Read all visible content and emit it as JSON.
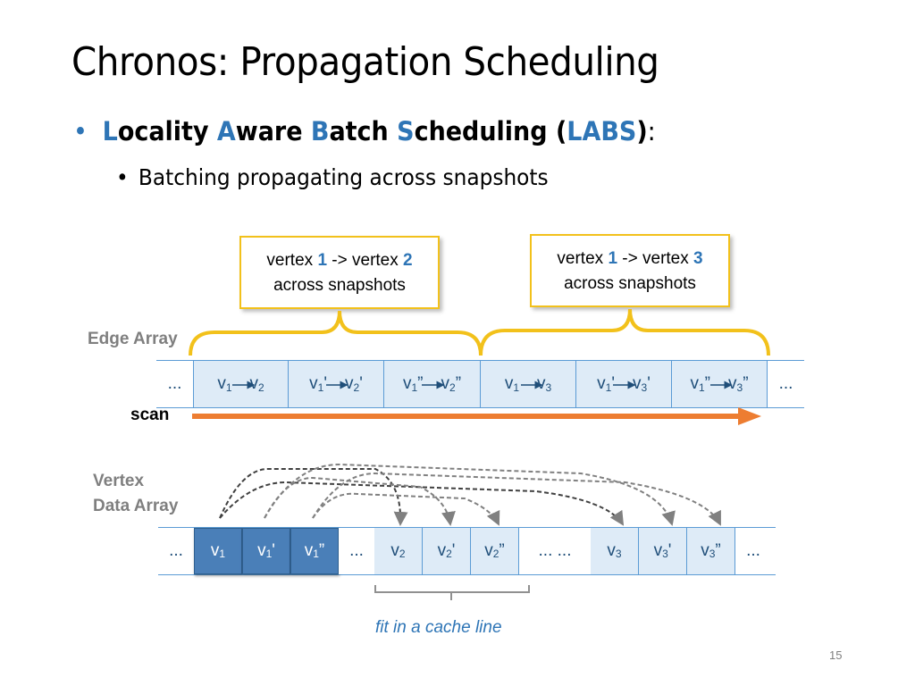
{
  "slide": {
    "title": "Chronos: Propagation Scheduling",
    "page_number": "15"
  },
  "bullet1": {
    "parts": [
      "L",
      "ocality ",
      "A",
      "ware ",
      "B",
      "atch ",
      "S",
      "cheduling (",
      "LABS",
      ")",
      ":"
    ]
  },
  "bullet2": "Batching propagating across snapshots",
  "callouts": [
    {
      "line1_pre": "vertex ",
      "v_from": "1",
      "mid": " -> vertex ",
      "v_to": "2",
      "line2": "across snapshots"
    },
    {
      "line1_pre": "vertex ",
      "v_from": "1",
      "mid": " -> vertex ",
      "v_to": "3",
      "line2": "across snapshots"
    }
  ],
  "labels": {
    "edge_array": "Edge Array",
    "scan": "scan",
    "vertex_line1": "Vertex",
    "vertex_line2": "Data Array",
    "fit": "fit in a cache line"
  },
  "edge_array": [
    {
      "text": "..."
    },
    {
      "a": "v",
      "as": "1",
      "ap": "",
      "b": "v",
      "bs": "2",
      "bp": ""
    },
    {
      "a": "v",
      "as": "1",
      "ap": "'",
      "b": "v",
      "bs": "2",
      "bp": "'"
    },
    {
      "a": "v",
      "as": "1",
      "ap": "”",
      "b": "v",
      "bs": "2",
      "bp": "”"
    },
    {
      "a": "v",
      "as": "1",
      "ap": "",
      "b": "v",
      "bs": "3",
      "bp": ""
    },
    {
      "a": "v",
      "as": "1",
      "ap": "'",
      "b": "v",
      "bs": "3",
      "bp": "'"
    },
    {
      "a": "v",
      "as": "1",
      "ap": "”",
      "b": "v",
      "bs": "3",
      "bp": "”"
    },
    {
      "text": "..."
    }
  ],
  "vertex_array": [
    {
      "text": "..."
    },
    {
      "v": "v",
      "s": "1",
      "p": ""
    },
    {
      "v": "v",
      "s": "1",
      "p": "'"
    },
    {
      "v": "v",
      "s": "1",
      "p": "”"
    },
    {
      "text": "..."
    },
    {
      "v": "v",
      "s": "2",
      "p": ""
    },
    {
      "v": "v",
      "s": "2",
      "p": "'"
    },
    {
      "v": "v",
      "s": "2",
      "p": "”"
    },
    {
      "text": "...   ..."
    },
    {
      "v": "v",
      "s": "3",
      "p": ""
    },
    {
      "v": "v",
      "s": "3",
      "p": "'"
    },
    {
      "v": "v",
      "s": "3",
      "p": "”"
    },
    {
      "text": "..."
    }
  ],
  "colors": {
    "accent": "#2e75b6",
    "brace": "#f2c11b",
    "scan_arrow": "#ed7d31",
    "cell_fill": "#deebf7",
    "active_cell": "#4a7fb8"
  }
}
